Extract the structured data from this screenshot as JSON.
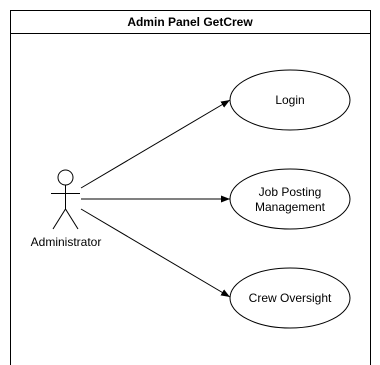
{
  "diagram": {
    "title": "Admin Panel GetCrew",
    "actor": {
      "name": "Administrator"
    },
    "use_cases": [
      {
        "lines": [
          "Login"
        ]
      },
      {
        "lines": [
          "Job Posting",
          "Management"
        ]
      },
      {
        "lines": [
          "Crew Oversight"
        ]
      }
    ],
    "relationships": [
      {
        "from": "Administrator",
        "to": "Login"
      },
      {
        "from": "Administrator",
        "to": "Job Posting Management"
      },
      {
        "from": "Administrator",
        "to": "Crew Oversight"
      }
    ],
    "colors": {
      "stroke": "#000000",
      "background": "#ffffff",
      "text": "#000000"
    }
  }
}
